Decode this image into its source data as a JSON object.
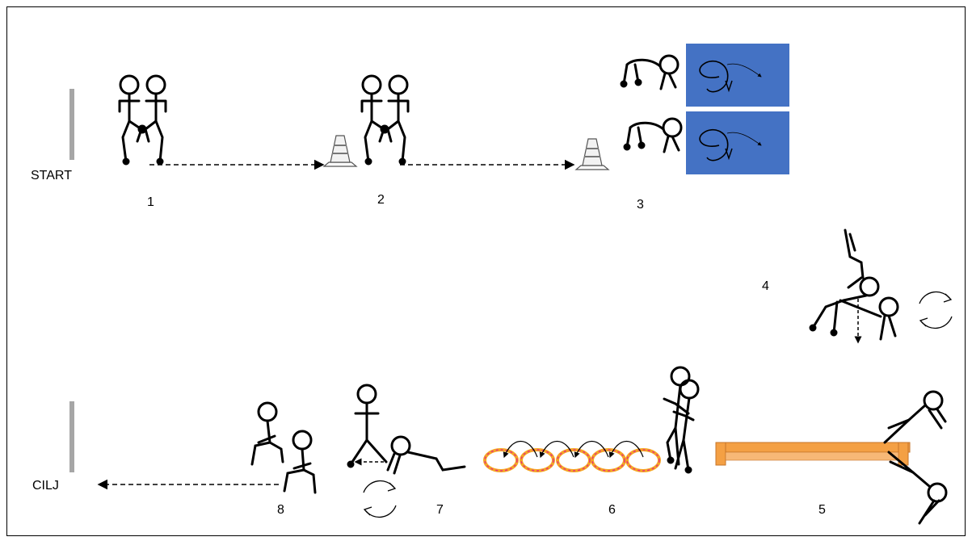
{
  "labels": {
    "start": "START",
    "finish": "CILJ",
    "stations": [
      "1",
      "2",
      "3",
      "4",
      "5",
      "6",
      "7",
      "8"
    ]
  },
  "colors": {
    "mat": "#4472C4",
    "bench": "#F4A044",
    "bench_edge": "#C6742A",
    "hoop_outer": "#F5A623",
    "hoop_inner": "#E7327C",
    "line_bar": "#A6A6A6",
    "ink": "#000000"
  }
}
